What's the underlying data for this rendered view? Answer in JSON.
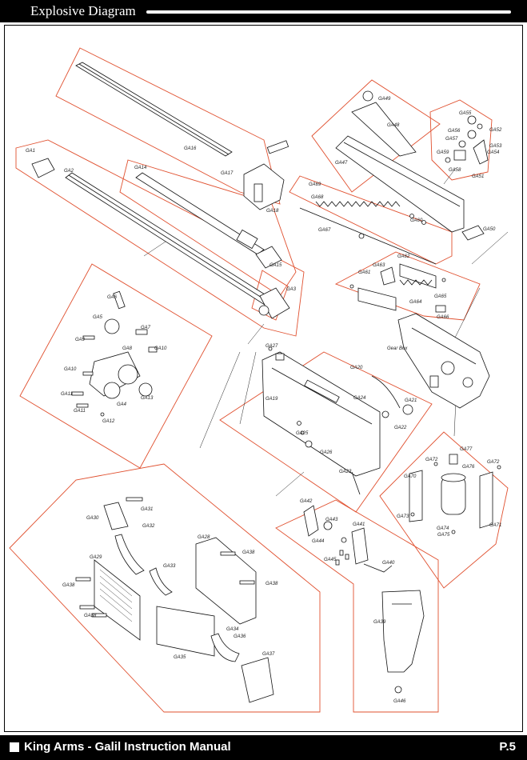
{
  "header": {
    "title": "Explosive Diagram"
  },
  "footer": {
    "text": "King Arms - Galil Instruction Manual",
    "page": "P.5"
  },
  "colors": {
    "outline": "#e0502f",
    "ink": "#111111",
    "bar": "#000000"
  },
  "part_labels": {
    "GA1": "GA1",
    "GA2": "GA2",
    "GA3": "GA3",
    "GA4": "GA4",
    "GA5": "GA5",
    "GA6": "GA6",
    "GA7": "GA7",
    "GA8": "GA8",
    "GA9": "GA9",
    "GA10": "GA10",
    "GA10b": "GA10",
    "GA11": "GA11",
    "GA11b": "GA11",
    "GA12": "GA12",
    "GA13": "GA13",
    "GA14": "GA14",
    "GA15": "GA15",
    "GA16": "GA16",
    "GA17": "GA17",
    "GA18": "GA18",
    "GA19": "GA19",
    "GA20": "GA20",
    "GA21": "GA21",
    "GA22": "GA22",
    "GA23": "GA23",
    "GA24": "GA24",
    "GA25": "GA25",
    "GA26": "GA26",
    "GA27": "GA27",
    "GA28": "GA28",
    "GA29": "GA29",
    "GA30": "GA30",
    "GA31": "GA31",
    "GA32": "GA32",
    "GA33": "GA33",
    "GA34": "GA34",
    "GA35": "GA35",
    "GA36": "GA36",
    "GA37": "GA37",
    "GA38a": "GA38",
    "GA38b": "GA38",
    "GA38c": "GA38",
    "GA38d": "GA38",
    "GA39": "GA39",
    "GA40": "GA40",
    "GA41": "GA41",
    "GA42": "GA42",
    "GA43": "GA43",
    "GA44": "GA44",
    "GA45": "GA45",
    "GA46": "GA46",
    "GA47": "GA47",
    "GA48": "GA48",
    "GA49": "GA49",
    "GA50": "GA50",
    "GA51": "GA51",
    "GA52": "GA52",
    "GA53": "GA53",
    "GA54": "GA54",
    "GA55": "GA55",
    "GA56": "GA56",
    "GA57": "GA57",
    "GA58": "GA58",
    "GA59": "GA59",
    "GA60": "GA60",
    "GA61": "GA61",
    "GA62": "GA62",
    "GA63": "GA63",
    "GA64": "GA64",
    "GA65": "GA65",
    "GA66": "GA66",
    "GA67": "GA67",
    "GA68": "GA68",
    "GA69": "GA69",
    "GA70": "GA70",
    "GA71": "GA71",
    "GA72a": "GA72",
    "GA72b": "GA72",
    "GA73": "GA73",
    "GA74": "GA74",
    "GA75": "GA75",
    "GA76": "GA76",
    "GA77": "GA77",
    "GearBox": "Gear Box"
  }
}
